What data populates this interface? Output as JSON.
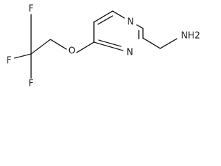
{
  "molecule": {
    "atoms": {
      "f_top": "F",
      "f_mid": "F",
      "f_bottom": "F",
      "o_ether": "O",
      "n_ring_top": "N",
      "n_ring_bottom": "N",
      "n_amine": "NH2"
    }
  },
  "colors": {
    "ink": "#1a1a1a",
    "background": "#ffffff"
  }
}
